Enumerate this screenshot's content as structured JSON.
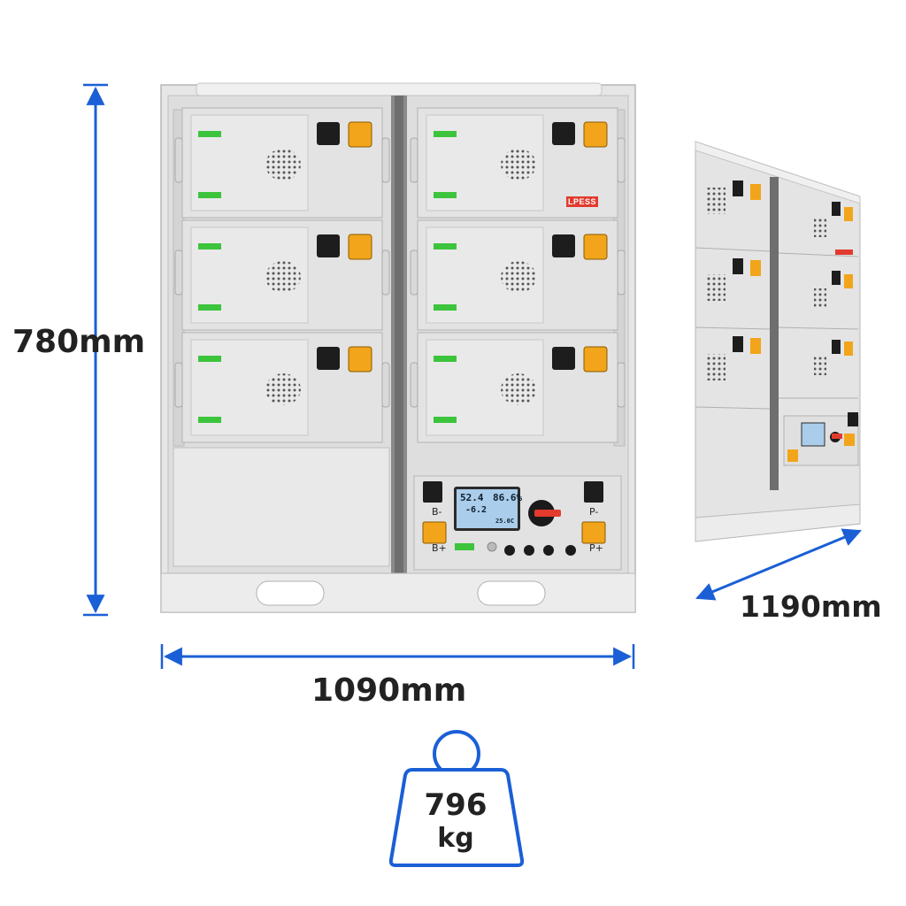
{
  "dimensions": {
    "height": "780mm",
    "width": "1090mm",
    "depth": "1190mm"
  },
  "weight": {
    "value": "796",
    "unit": "kg"
  },
  "brand_logo": "LPESS",
  "control_panel": {
    "screen_voltage": "52.4",
    "screen_percent": "86.6%",
    "screen_current": "-6.2",
    "screen_temp": "25.0C",
    "terminal_b_minus": "B-",
    "terminal_b_plus": "B+",
    "terminal_p_minus": "P-",
    "terminal_p_plus": "P+"
  },
  "colors": {
    "dimension_blue": "#1a5fd6",
    "accent_orange": "#f2a51a",
    "connector_green": "#3cc43c",
    "logo_red": "#e23b2e"
  }
}
